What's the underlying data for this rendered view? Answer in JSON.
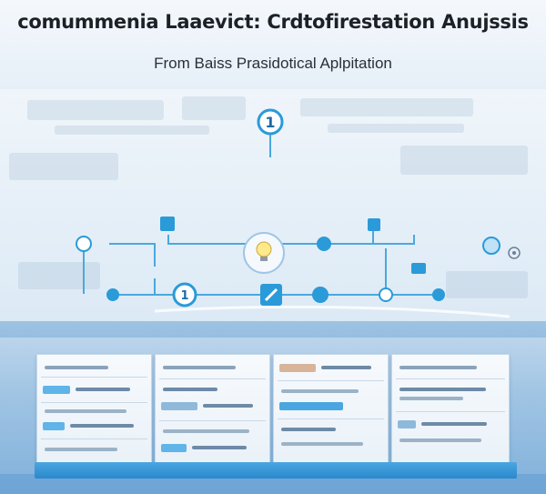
{
  "header": {
    "title": "comummenia Laaevict: Crdtofirestation Anujssis",
    "subtitle": "From Baiss Prasidotical Aplpitation"
  },
  "diagram": {
    "top_node_label": "1",
    "mid_node_label": "1"
  },
  "colors": {
    "accent": "#2b9ad8",
    "line": "#4aa8de",
    "title": "#1c2027",
    "lower_panel": "#7fb0da"
  },
  "icons": {
    "lightbulb": "lightbulb-icon",
    "gear": "gear-icon",
    "pencil": "pencil-icon",
    "folder": "folder-icon"
  }
}
